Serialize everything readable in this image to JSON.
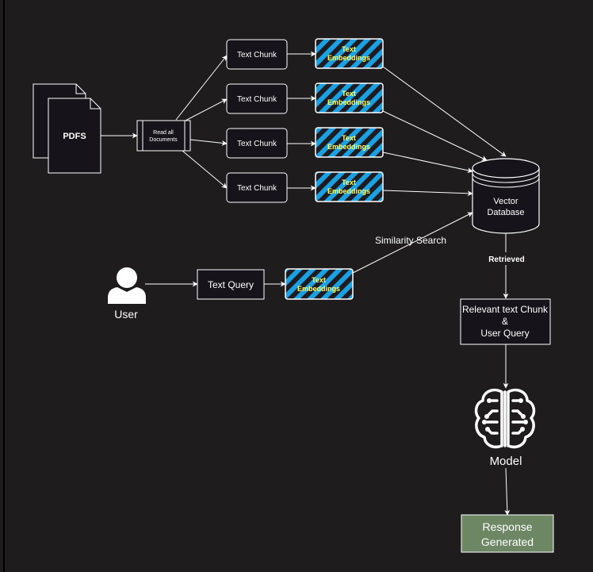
{
  "colors": {
    "background": "#1e1c1d",
    "box_fill": "#16141a",
    "line": "#ffffff",
    "hatch_blue": "#1ba1e2",
    "hatch_dark": "#1c1c22",
    "embed_text": "#ffff66",
    "response_fill": "#6d8764"
  },
  "pdfs": {
    "label": "PDFS"
  },
  "reader": {
    "label_line1": "Read all",
    "label_line2": "Documents"
  },
  "chunks": [
    {
      "label": "Text Chunk"
    },
    {
      "label": "Text Chunk"
    },
    {
      "label": "Text Chunk"
    },
    {
      "label": "Text Chunk"
    }
  ],
  "embeddings": [
    {
      "line1": "Text",
      "line2": "Embeddings"
    },
    {
      "line1": "Text",
      "line2": "Embeddings"
    },
    {
      "line1": "Text",
      "line2": "Embeddings"
    },
    {
      "line1": "Text",
      "line2": "Embeddings"
    }
  ],
  "query_embedding": {
    "line1": "Text",
    "line2": "Embeddings"
  },
  "database": {
    "line1": "Vector",
    "line2": "Database"
  },
  "user": {
    "label": "User",
    "icon": "user-icon"
  },
  "text_query": {
    "label": "Text Query"
  },
  "similarity_search": {
    "label": "Similarity Search"
  },
  "retrieved": {
    "label": "Retrieved"
  },
  "relevant": {
    "line1": "Relevant text Chunk",
    "line2": "&",
    "line3": "User Query"
  },
  "model": {
    "label": "Model",
    "icon": "brain-circuit-icon"
  },
  "response": {
    "line1": "Response",
    "line2": "Generated"
  }
}
